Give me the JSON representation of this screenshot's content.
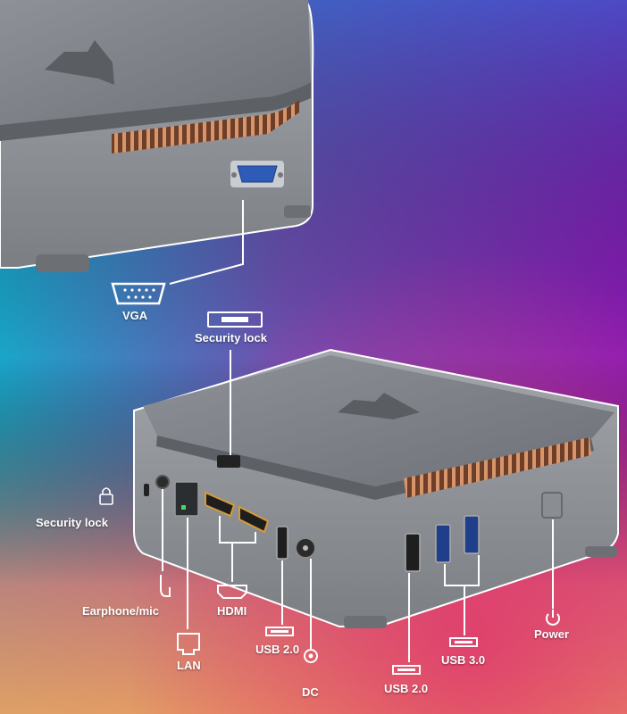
{
  "labels": {
    "vga": "VGA",
    "security_lock_top": "Security lock",
    "security_lock_side": "Security lock",
    "earphone_mic": "Earphone/mic",
    "hdmi": "HDMI",
    "lan": "LAN",
    "usb20_left": "USB 2.0",
    "dc": "DC",
    "usb20_right": "USB 2.0",
    "usb30": "USB 3.0",
    "power": "Power"
  },
  "colors": {
    "line": "#ffffff",
    "case": "#8d9196",
    "case_dark": "#6f7378",
    "case_top": "#7c8086",
    "vent": "#c9875f",
    "vga_blue": "#2e5bb8",
    "port_orange": "#f28a1e"
  },
  "icons": [
    "vga-connector-icon",
    "padlock-icon",
    "headphone-jack-icon",
    "hdmi-port-icon",
    "ethernet-port-icon",
    "usb-port-icon",
    "dc-power-icon",
    "power-button-icon"
  ]
}
